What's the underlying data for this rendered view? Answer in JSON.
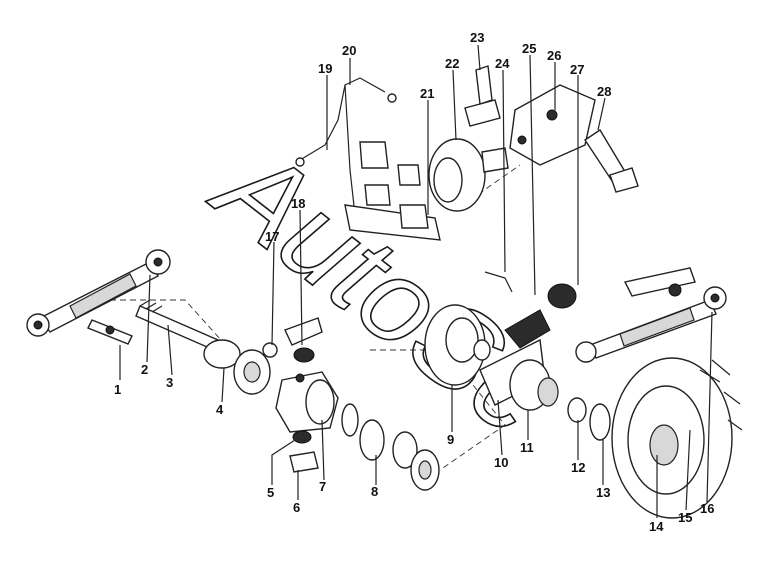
{
  "watermark": "AutoSc",
  "callouts": [
    "1",
    "2",
    "3",
    "4",
    "5",
    "6",
    "7",
    "8",
    "9",
    "10",
    "11",
    "12",
    "13",
    "14",
    "15",
    "16",
    "17",
    "18",
    "19",
    "20",
    "21",
    "22",
    "23",
    "24",
    "25",
    "26",
    "27",
    "28"
  ]
}
